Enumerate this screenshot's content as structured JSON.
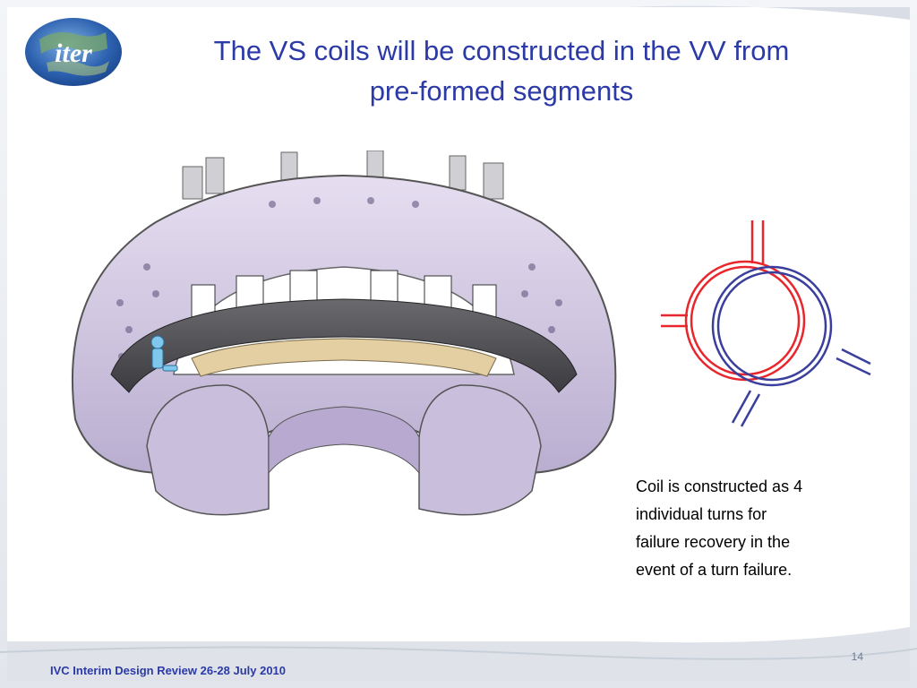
{
  "slide": {
    "title_line1": "The VS coils will be constructed in the VV from",
    "title_line2": "pre-formed segments",
    "caption": " Coil is constructed as 4\nindividual turns for\nfailure recovery in the\nevent of a turn failure.",
    "page_number": "14",
    "footer": "IVC Interim Design Review 26-28 July 2010"
  },
  "logo": {
    "text": "iter"
  },
  "colors": {
    "title": "#2b3aa6",
    "footer": "#2b3aa6",
    "coil_red": "#e8262c",
    "coil_blue": "#3a3f9c",
    "vessel": "#d8cfe6"
  },
  "icons": [
    "iter-logo-icon",
    "vacuum-vessel-illustration",
    "coil-cross-section-diagram"
  ]
}
